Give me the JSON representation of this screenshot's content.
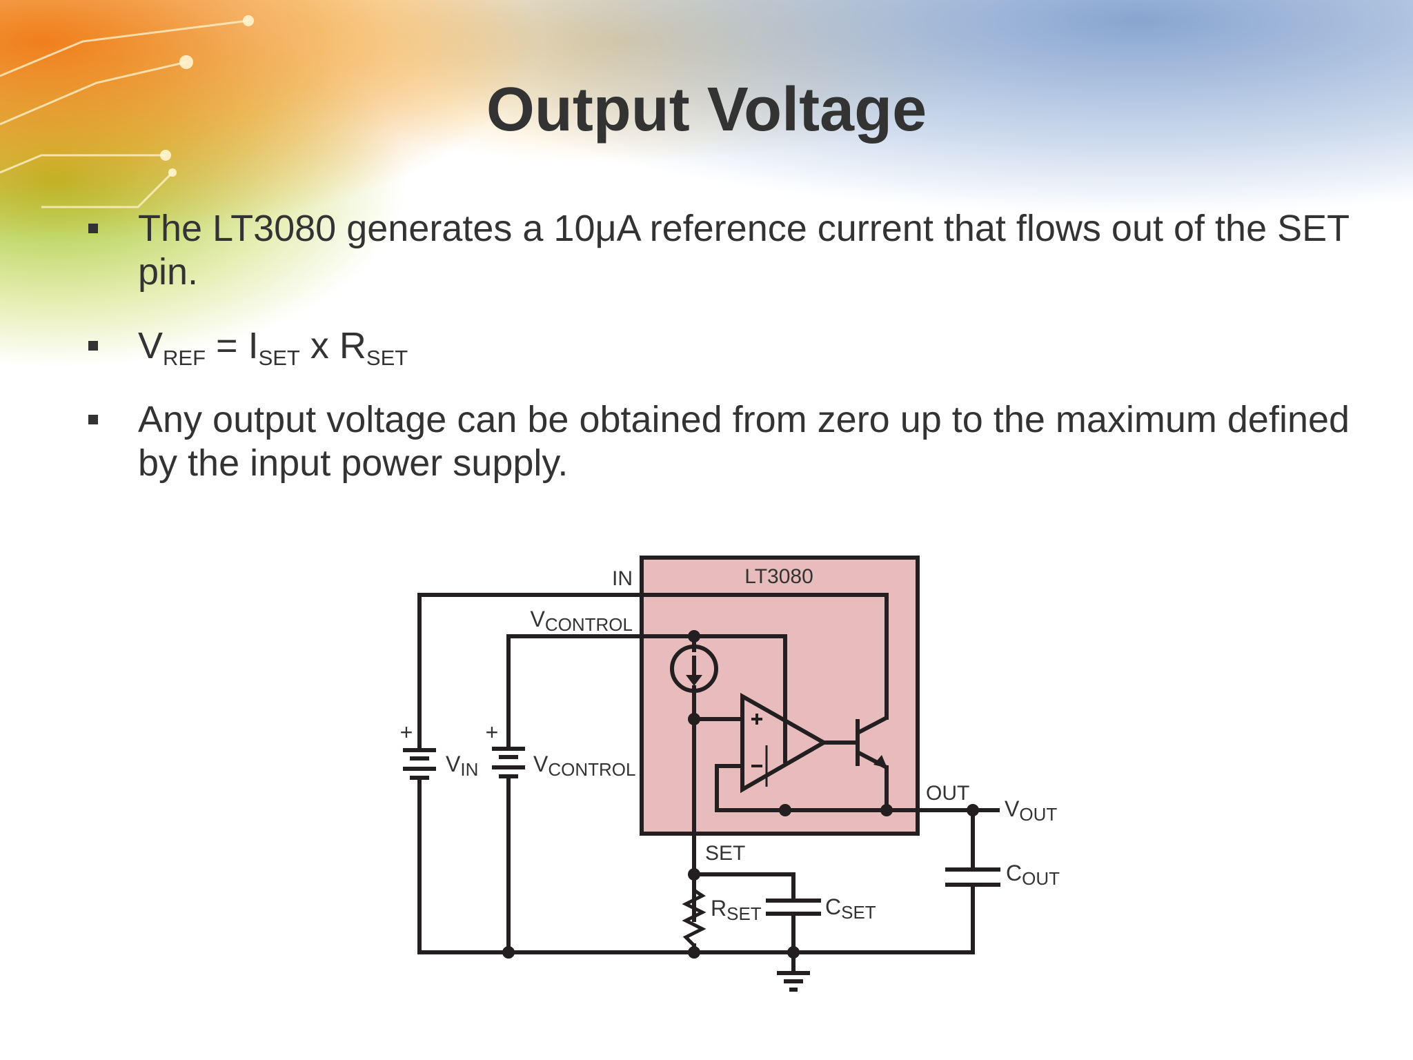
{
  "slide": {
    "title": "Output Voltage",
    "bullets": [
      {
        "text": "The LT3080 generates a 10μA reference current that flows out of the SET pin."
      },
      {
        "v": "V",
        "v_sub": "REF",
        "eq": " = I",
        "i_sub": "SET",
        "x": " x R",
        "r_sub": "SET"
      },
      {
        "text": "Any output voltage can be obtained from zero up to the maximum defined by the input power supply."
      }
    ]
  },
  "circuit": {
    "chip_name": "LT3080",
    "pin_in": "IN",
    "pin_out": "OUT",
    "pin_set": "SET",
    "v": "V",
    "c": "C",
    "r": "R",
    "sub_control": "CONTROL",
    "sub_in": "IN",
    "sub_out": "OUT",
    "sub_set": "SET",
    "plus": "+",
    "chip_fill": "#e8bcbc"
  }
}
